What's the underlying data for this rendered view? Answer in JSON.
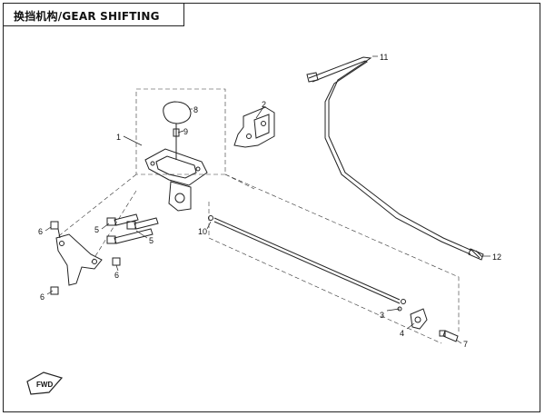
{
  "title": "换挡机构/GEAR SHIFTING",
  "fwd_label": "FWD",
  "callouts": [
    "1",
    "2",
    "3",
    "4",
    "5",
    "5",
    "6",
    "6",
    "6",
    "7",
    "8",
    "9",
    "10",
    "11",
    "12"
  ]
}
